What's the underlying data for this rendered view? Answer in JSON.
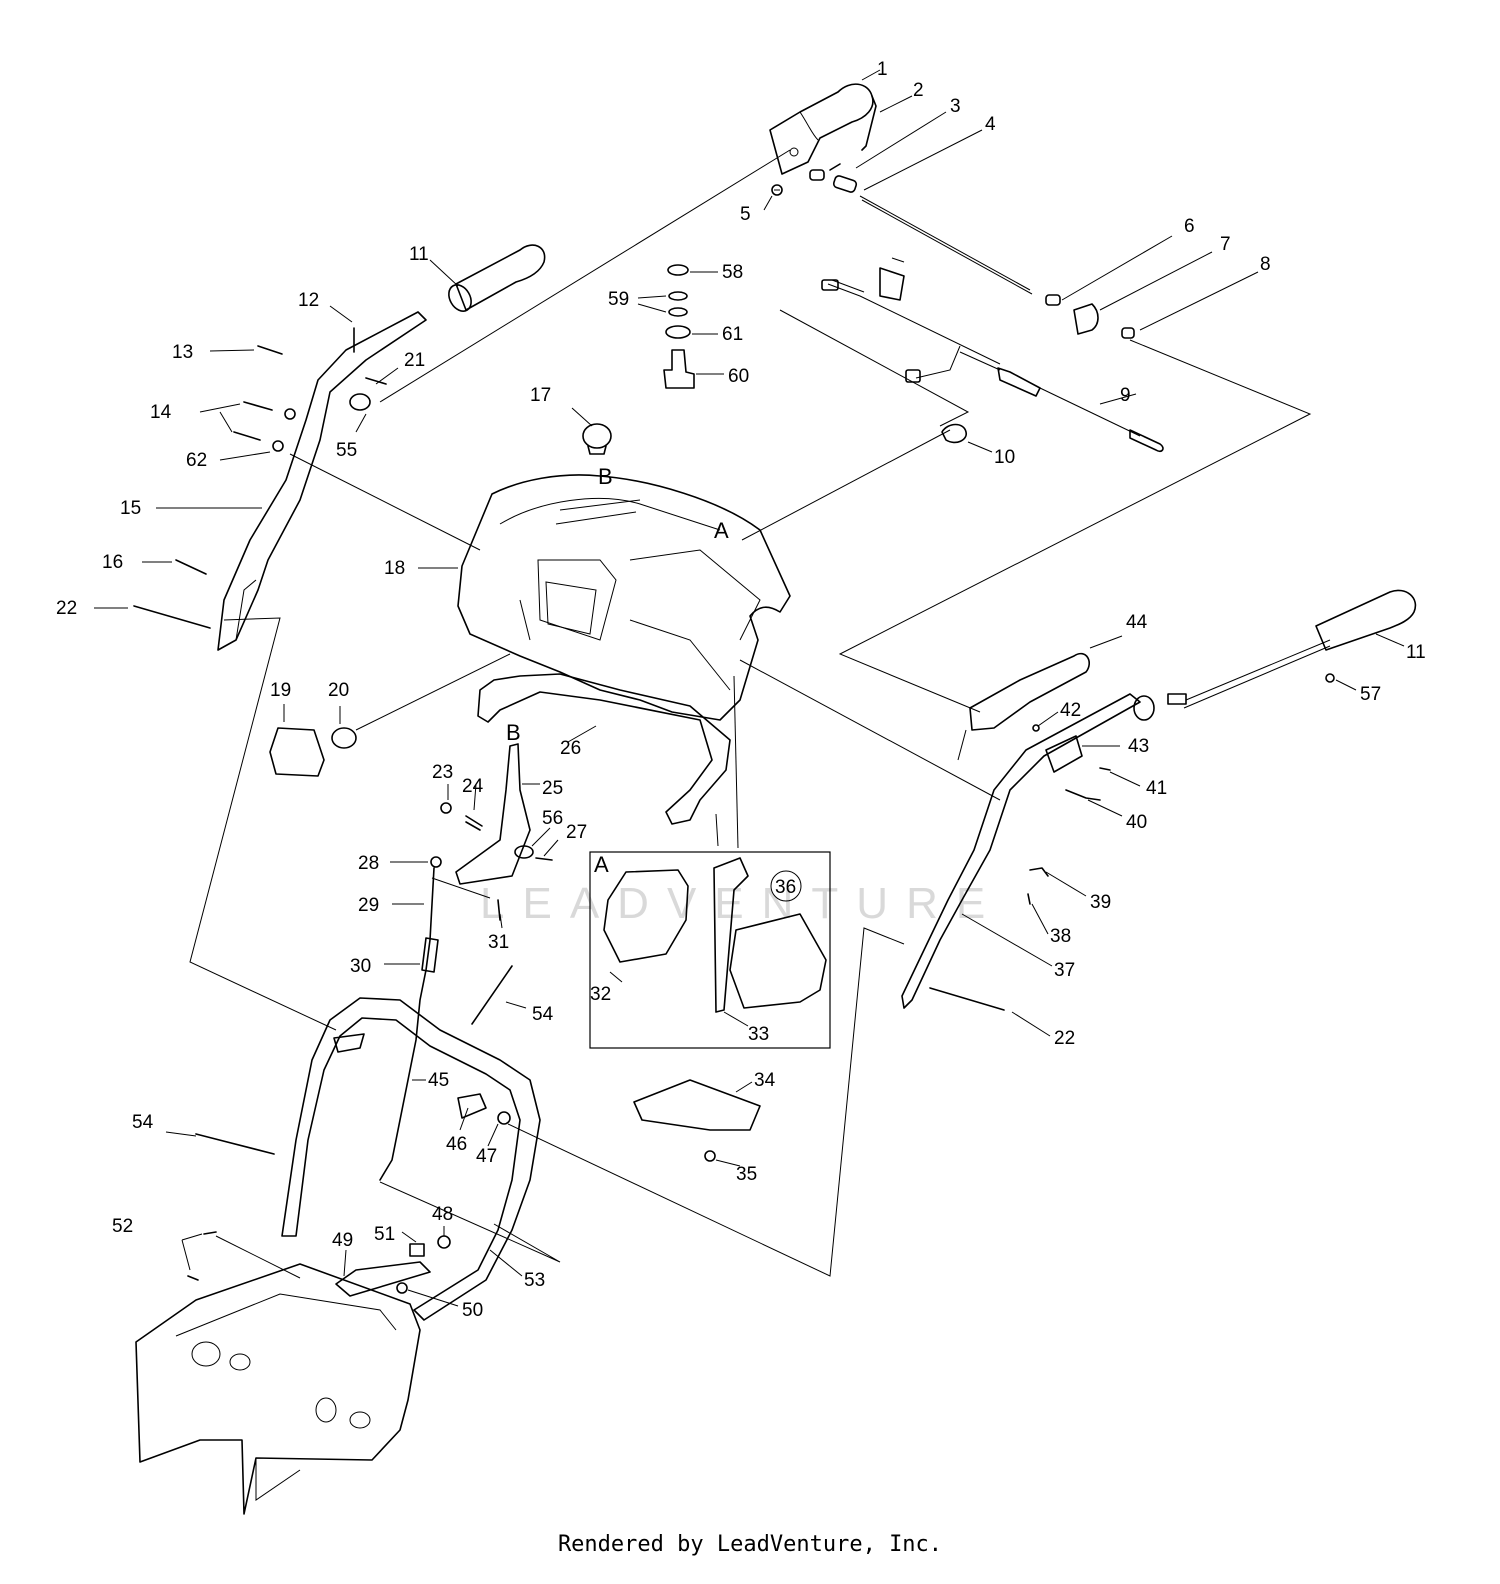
{
  "callouts": [
    {
      "id": "c1",
      "label": "1"
    },
    {
      "id": "c2",
      "label": "2"
    },
    {
      "id": "c3",
      "label": "3"
    },
    {
      "id": "c4",
      "label": "4"
    },
    {
      "id": "c5",
      "label": "5"
    },
    {
      "id": "c6",
      "label": "6"
    },
    {
      "id": "c7",
      "label": "7"
    },
    {
      "id": "c8",
      "label": "8"
    },
    {
      "id": "c9",
      "label": "9"
    },
    {
      "id": "c10",
      "label": "10"
    },
    {
      "id": "c11a",
      "label": "11"
    },
    {
      "id": "c11b",
      "label": "11"
    },
    {
      "id": "c12",
      "label": "12"
    },
    {
      "id": "c13",
      "label": "13"
    },
    {
      "id": "c14",
      "label": "14"
    },
    {
      "id": "c15",
      "label": "15"
    },
    {
      "id": "c16",
      "label": "16"
    },
    {
      "id": "c17",
      "label": "17"
    },
    {
      "id": "c18",
      "label": "18"
    },
    {
      "id": "c19",
      "label": "19"
    },
    {
      "id": "c20",
      "label": "20"
    },
    {
      "id": "c21",
      "label": "21"
    },
    {
      "id": "c22a",
      "label": "22"
    },
    {
      "id": "c22b",
      "label": "22"
    },
    {
      "id": "c23",
      "label": "23"
    },
    {
      "id": "c24",
      "label": "24"
    },
    {
      "id": "c25",
      "label": "25"
    },
    {
      "id": "c26",
      "label": "26"
    },
    {
      "id": "c27",
      "label": "27"
    },
    {
      "id": "c28",
      "label": "28"
    },
    {
      "id": "c29",
      "label": "29"
    },
    {
      "id": "c30",
      "label": "30"
    },
    {
      "id": "c31",
      "label": "31"
    },
    {
      "id": "c32",
      "label": "32"
    },
    {
      "id": "c33",
      "label": "33"
    },
    {
      "id": "c34",
      "label": "34"
    },
    {
      "id": "c35",
      "label": "35"
    },
    {
      "id": "c36",
      "label": "36"
    },
    {
      "id": "c37",
      "label": "37"
    },
    {
      "id": "c38",
      "label": "38"
    },
    {
      "id": "c39",
      "label": "39"
    },
    {
      "id": "c40",
      "label": "40"
    },
    {
      "id": "c41",
      "label": "41"
    },
    {
      "id": "c42",
      "label": "42"
    },
    {
      "id": "c43",
      "label": "43"
    },
    {
      "id": "c44",
      "label": "44"
    },
    {
      "id": "c45",
      "label": "45"
    },
    {
      "id": "c46",
      "label": "46"
    },
    {
      "id": "c47",
      "label": "47"
    },
    {
      "id": "c48",
      "label": "48"
    },
    {
      "id": "c49",
      "label": "49"
    },
    {
      "id": "c50",
      "label": "50"
    },
    {
      "id": "c51",
      "label": "51"
    },
    {
      "id": "c52",
      "label": "52"
    },
    {
      "id": "c53",
      "label": "53"
    },
    {
      "id": "c54a",
      "label": "54"
    },
    {
      "id": "c54b",
      "label": "54"
    },
    {
      "id": "c55",
      "label": "55"
    },
    {
      "id": "c56",
      "label": "56"
    },
    {
      "id": "c57",
      "label": "57"
    },
    {
      "id": "c58",
      "label": "58"
    },
    {
      "id": "c59",
      "label": "59"
    },
    {
      "id": "c60",
      "label": "60"
    },
    {
      "id": "c61",
      "label": "61"
    },
    {
      "id": "c62",
      "label": "62"
    }
  ],
  "reference_letters": {
    "a_main": "A",
    "b_main": "B",
    "b_rod": "B",
    "a_inset": "A"
  },
  "watermark": "LEADVENTURE",
  "footer": "Rendered by LeadVenture, Inc."
}
